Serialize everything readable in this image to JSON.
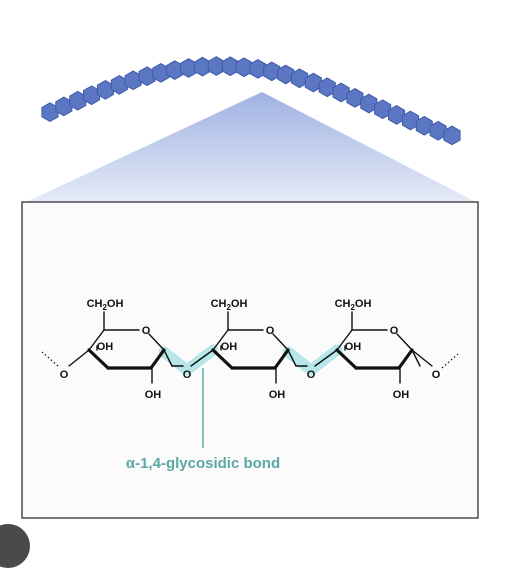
{
  "colors": {
    "glucose_fill": "#5b77c4",
    "glucose_stroke": "#3f5aa8",
    "fan_top": "#9fb2e2",
    "fan_bottom": "#e6ebf8",
    "bond_highlight": "#b6e6e8",
    "bond_label": "#5aa8a4",
    "panel_border": "#222222",
    "panel_bg": "#fbfbfb",
    "bond_line": "#111111"
  },
  "diagram": {
    "ring_units": 3,
    "subunit_shape": "hexagon",
    "subunit_count": 30,
    "labels": {
      "ch2oh": [
        "CH",
        "2",
        "OH"
      ],
      "ring_oxygen": "O",
      "hydroxyl": "OH",
      "bridge_oxygen": "O"
    },
    "bond_annotation": "α-1,4-glycosidic bond"
  }
}
